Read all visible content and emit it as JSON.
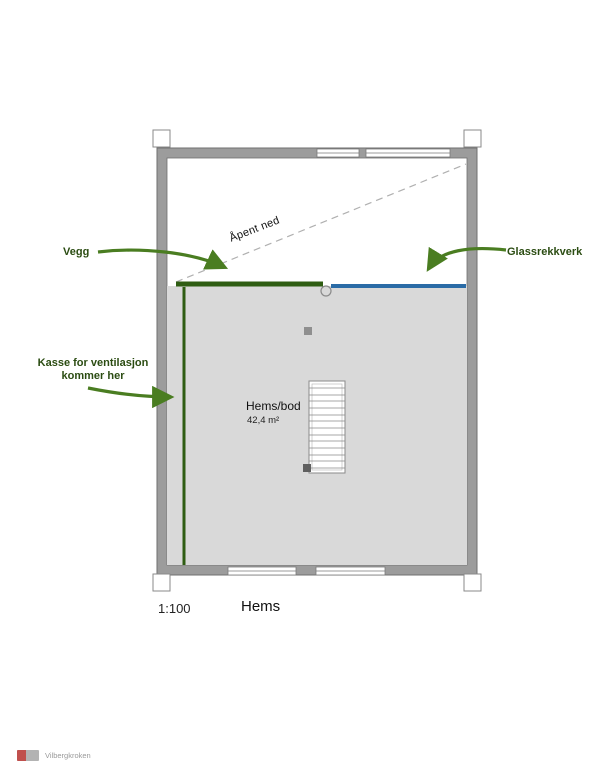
{
  "plan": {
    "open_label": "Åpent ned",
    "room_label": "Hems/bod",
    "room_area": "42,4 m²",
    "scale_label": "1:100",
    "sheet_label": "Hems"
  },
  "annotations": {
    "vegg_label": "Vegg",
    "glassrekkverk_label": "Glassrekkverk",
    "kasse_label_line1": "Kasse for ventilasjon",
    "kasse_label_line2": "kommer her"
  },
  "footer": {
    "brand": "Vilbergkroken"
  },
  "colors": {
    "wall_gray": "#9c9c9c",
    "floor_gray": "#d9d9d9",
    "wall_green": "#2f5d13",
    "railing_blue": "#2a6ba6",
    "arrow_green": "#4a7d21"
  }
}
